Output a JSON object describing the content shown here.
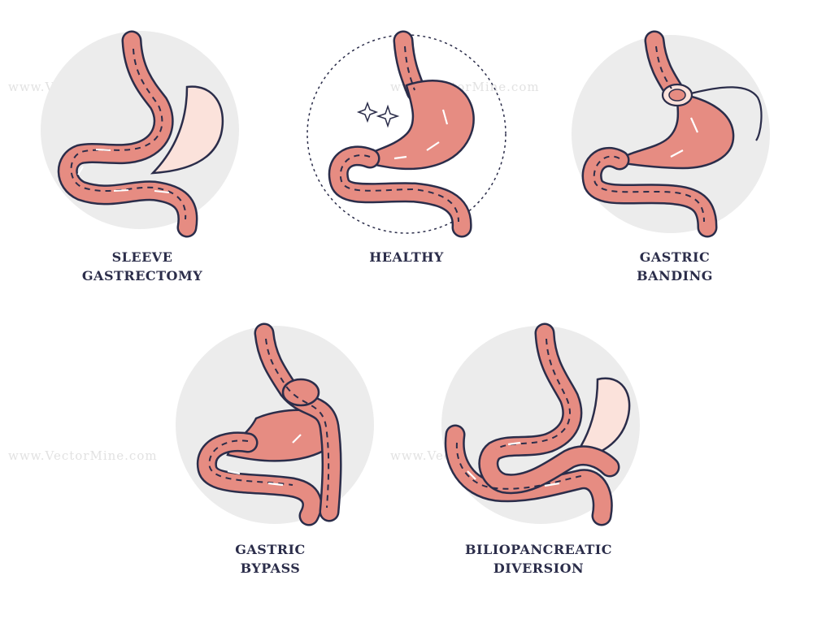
{
  "procedures": [
    {
      "label": "SLEEVE\nGASTRECTOMY"
    },
    {
      "label": "HEALTHY"
    },
    {
      "label": "GASTRIC\nBANDING"
    },
    {
      "label": "GASTRIC\nBYPASS"
    },
    {
      "label": "BILIOPANCREATIC\nDIVERSION"
    }
  ],
  "watermark": "www.VectorMine.com",
  "colors": {
    "circle": "#ececec",
    "tissue": "#e68c82",
    "tissue_dark": "#c45a57",
    "outline": "#2b2d4a",
    "removed": "#fbe2db"
  }
}
